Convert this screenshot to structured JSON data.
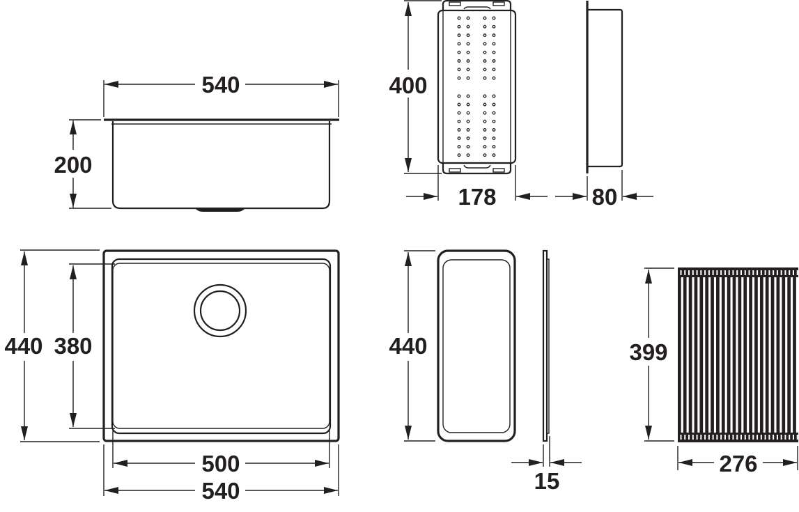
{
  "drawing": {
    "stroke_color": "#231f20",
    "background": "#ffffff",
    "units": "mm"
  },
  "views": {
    "sink_side": {
      "name": "Sink side view",
      "width_label": "540",
      "height_label": "200"
    },
    "colander_top": {
      "name": "Colander top view",
      "height_label": "400",
      "width_label": "178",
      "hole_rows": 16,
      "hole_cols": 4
    },
    "colander_side": {
      "name": "Colander side view",
      "depth_label": "80"
    },
    "sink_top": {
      "name": "Sink top view",
      "outer_height_label": "440",
      "inner_height_label": "380",
      "inner_width_label": "500",
      "outer_width_label": "540"
    },
    "board_top": {
      "name": "Cutting board top view",
      "height_label": "440"
    },
    "board_side": {
      "name": "Cutting board side view",
      "thickness_label": "15"
    },
    "rollmat": {
      "name": "Roll-up drainer mat",
      "height_label": "399",
      "width_label": "276",
      "bar_count": 22
    }
  }
}
